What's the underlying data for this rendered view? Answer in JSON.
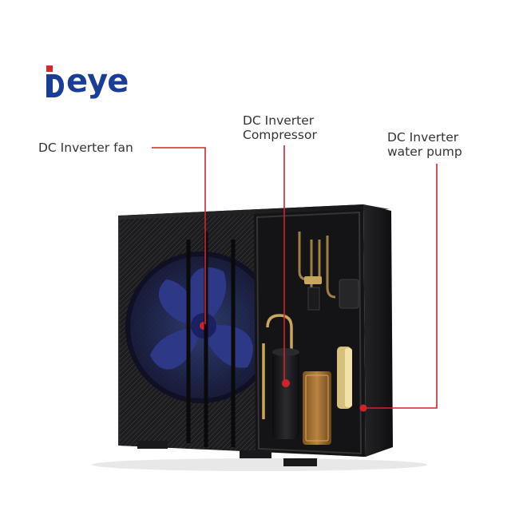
{
  "brand": {
    "name": "Deye",
    "wordmark_rest": "eye",
    "color": "#1a3d97",
    "accent": "#e0242c"
  },
  "callouts": [
    {
      "id": "fan",
      "label": "DC Inverter  fan"
    },
    {
      "id": "compressor",
      "line1": "DC Inverter",
      "line2": "Compressor"
    },
    {
      "id": "pump",
      "line1": "DC Inverter",
      "line2": "water pump"
    }
  ],
  "colors": {
    "leader": "#d2232a",
    "cabinet": "#1f1f21",
    "fan": "#263266",
    "copper": "#c9a65a",
    "tank": "#a8742f"
  }
}
